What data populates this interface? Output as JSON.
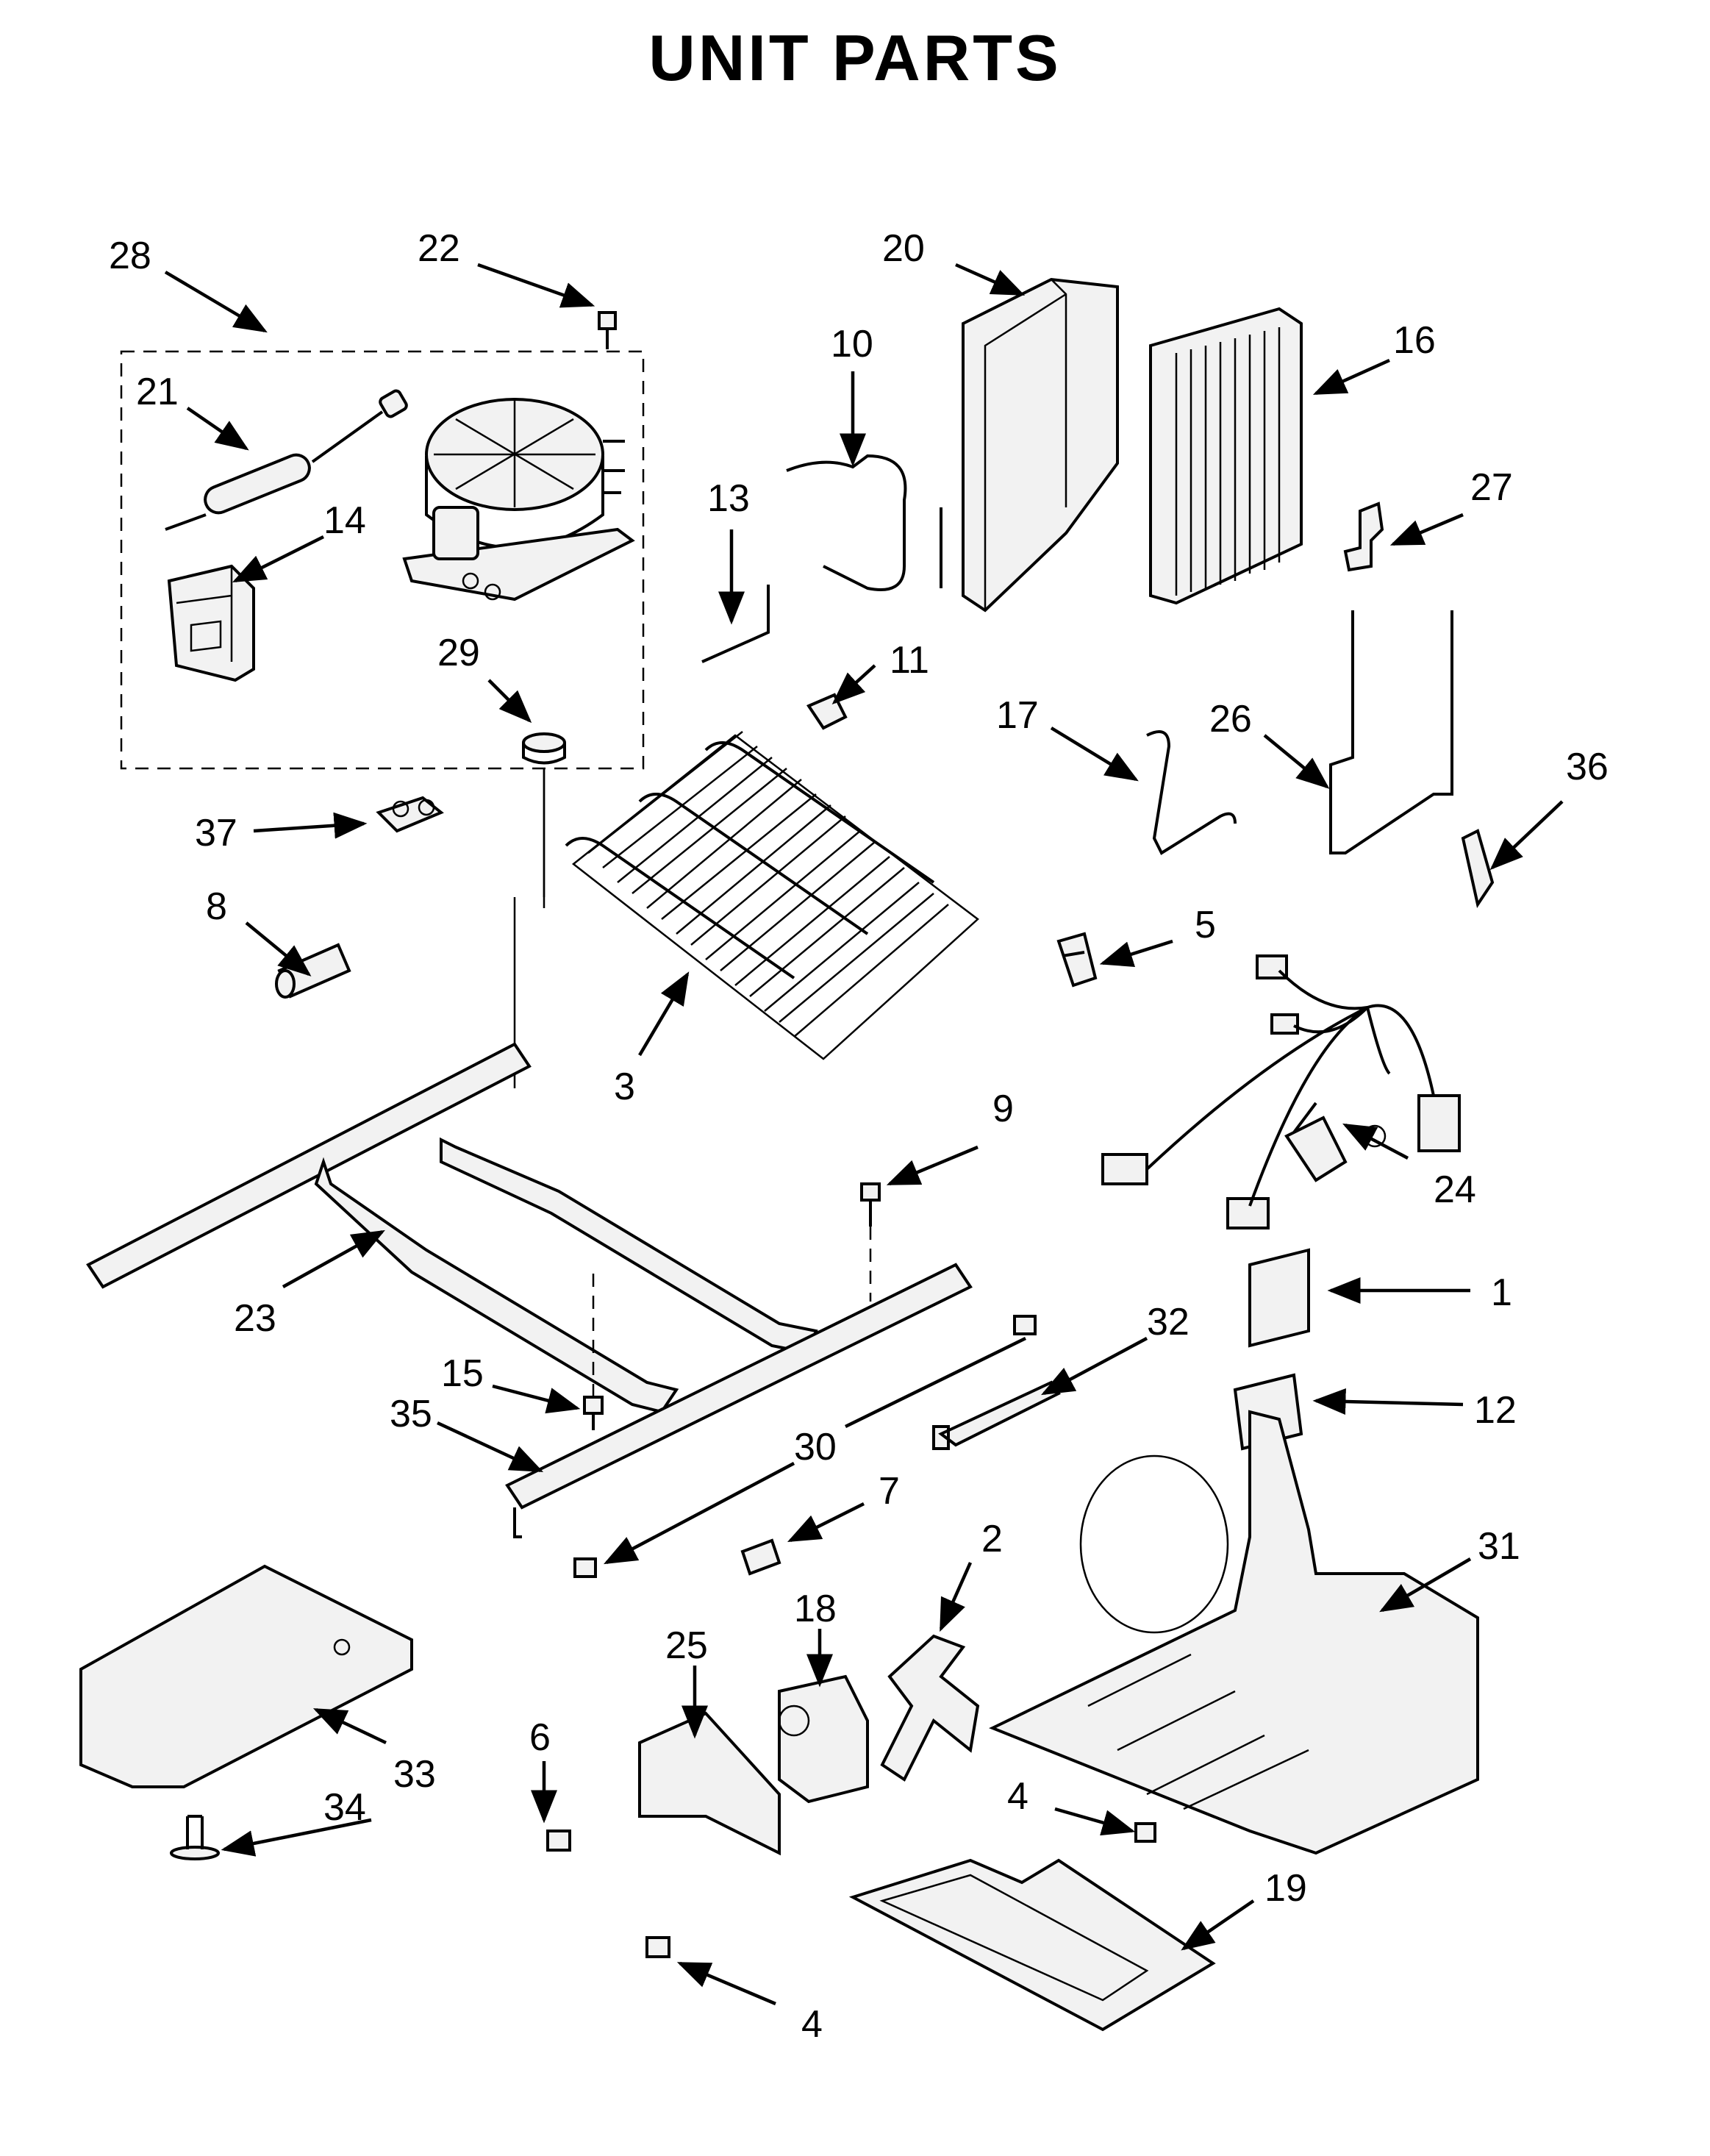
{
  "title": "UNIT PARTS",
  "callouts": [
    "1",
    "2",
    "3",
    "4",
    "4",
    "5",
    "6",
    "7",
    "8",
    "9",
    "10",
    "11",
    "12",
    "13",
    "14",
    "15",
    "16",
    "17",
    "18",
    "19",
    "20",
    "21",
    "22",
    "23",
    "24",
    "25",
    "26",
    "27",
    "28",
    "29",
    "30",
    "31",
    "32",
    "33",
    "34",
    "35",
    "36",
    "37"
  ]
}
